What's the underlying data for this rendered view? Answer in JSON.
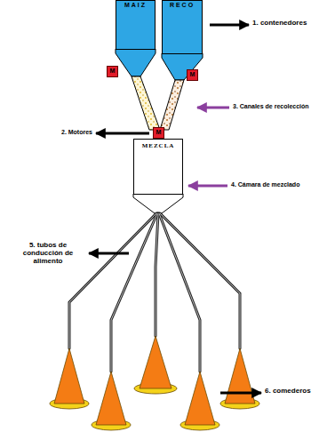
{
  "diagram": {
    "nodes": [
      {
        "text": [
          "MAIZ"
        ]
      },
      {
        "text": [
          "RECO"
        ]
      },
      {
        "text": [
          "M"
        ]
      },
      {
        "text": [
          "M"
        ]
      },
      {
        "text": [
          "M"
        ]
      },
      {
        "text": [
          "MEZCLA"
        ]
      }
    ],
    "labels": [
      "1. contenedores",
      "2. Motores",
      "3. Canales de recolección",
      "4. Cámara de mezclado",
      "5. tubos de conducción de alimento",
      "6. comederos"
    ]
  }
}
